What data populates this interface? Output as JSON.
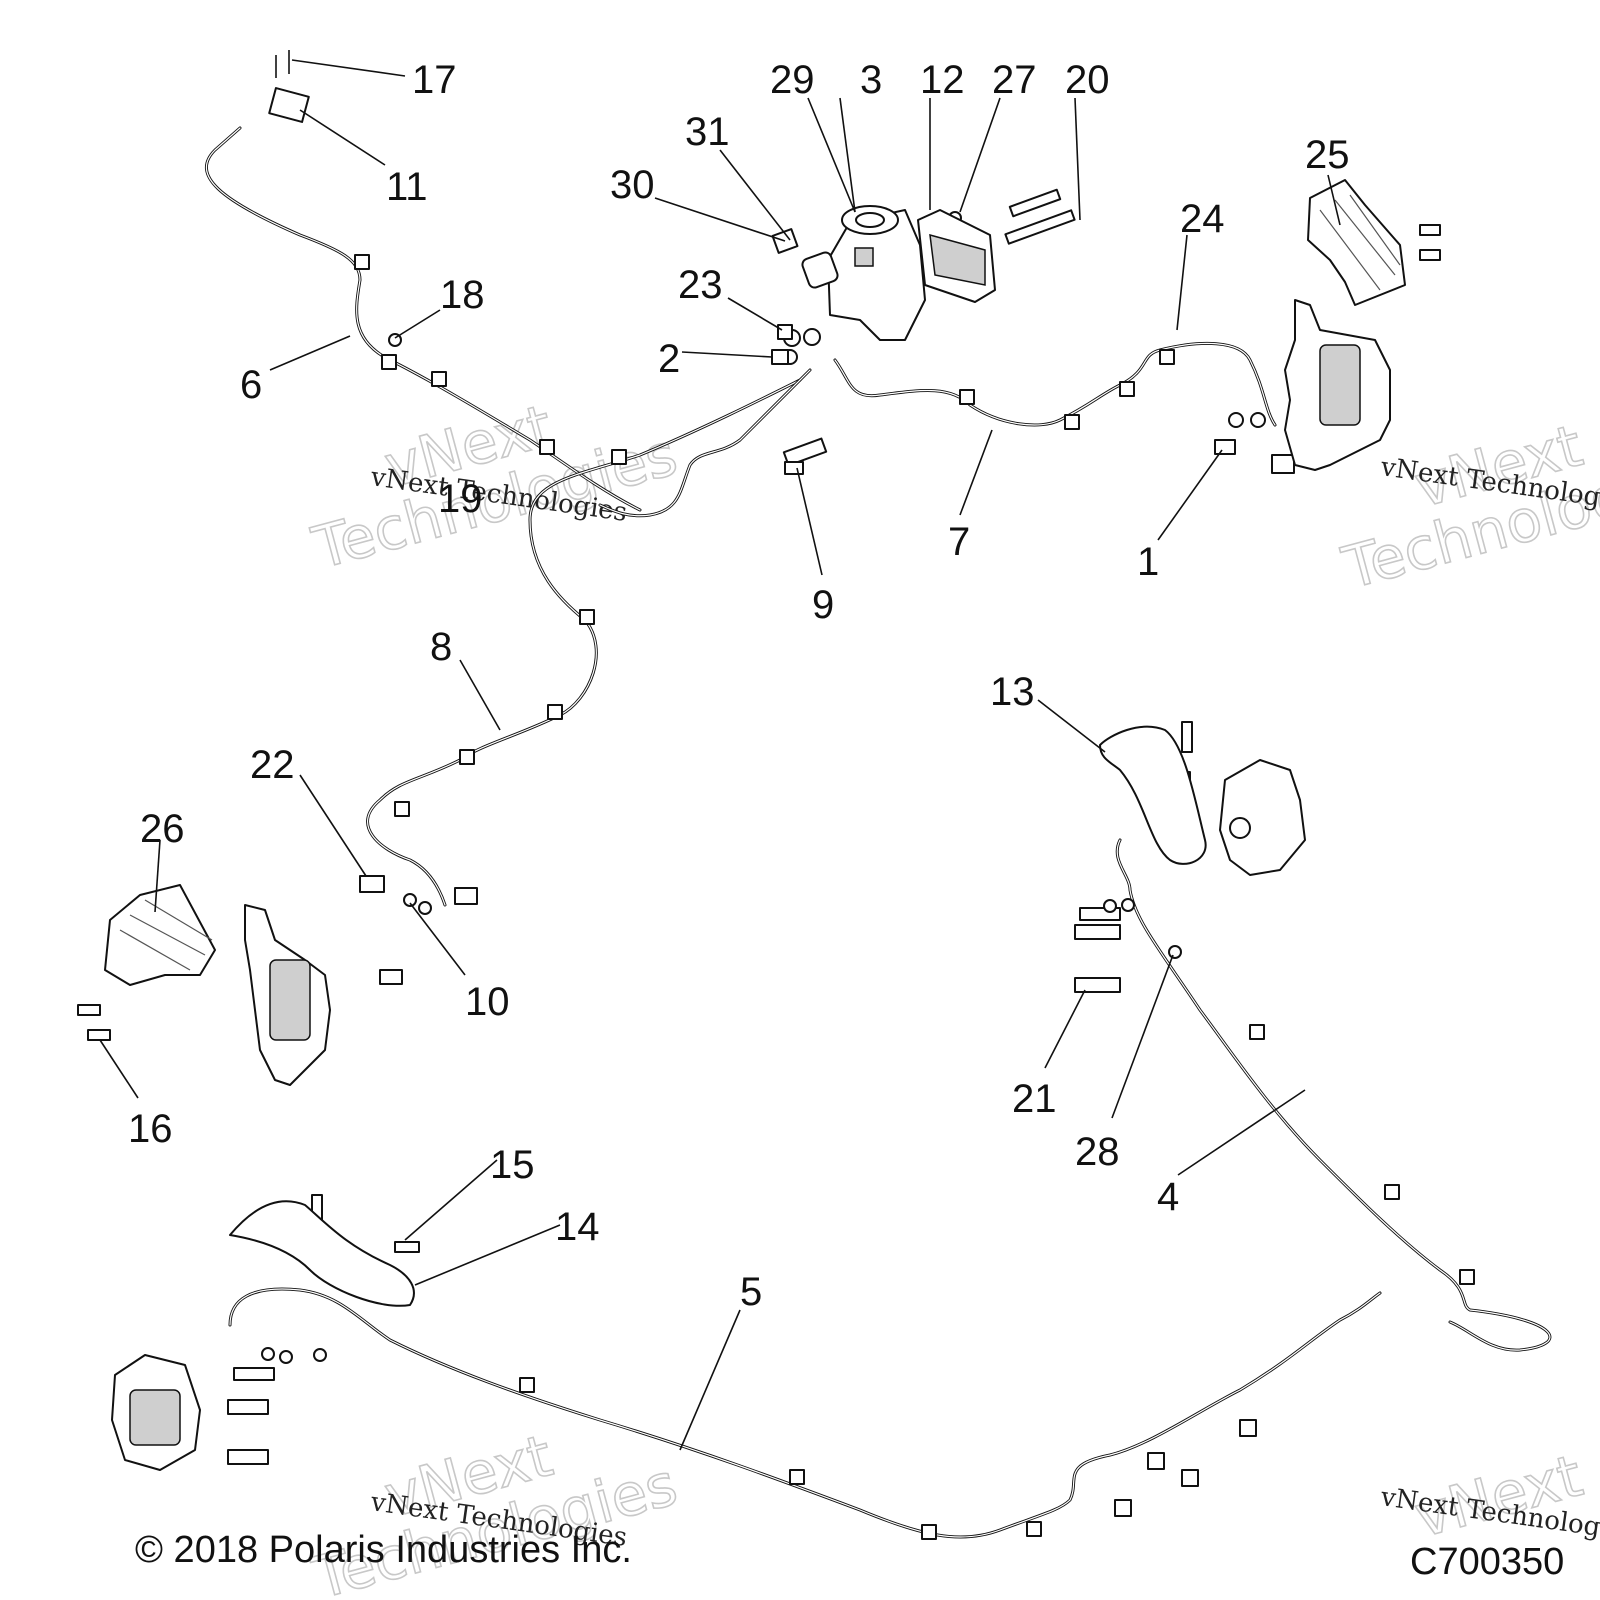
{
  "callouts": [
    "1",
    "2",
    "3",
    "4",
    "5",
    "6",
    "7",
    "8",
    "9",
    "10",
    "11",
    "12",
    "13",
    "14",
    "15",
    "16",
    "17",
    "18",
    "19",
    "20",
    "21",
    "22",
    "23",
    "24",
    "25",
    "26",
    "27",
    "28",
    "29",
    "30",
    "31"
  ],
  "copyright": "© 2018 Polaris Industries Inc.",
  "diagram_code": "C700350",
  "watermark": {
    "small": "vNext Technologies",
    "big_line1": "vNext",
    "big_line2": "Technologies"
  }
}
